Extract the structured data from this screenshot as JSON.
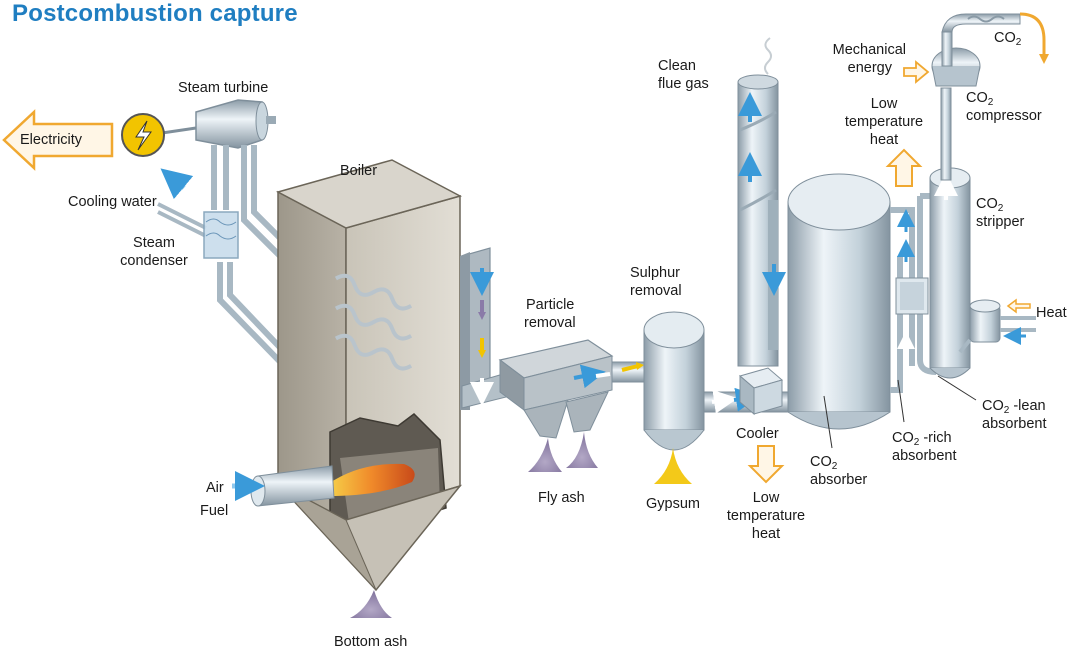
{
  "title": "Postcombustion capture",
  "labels": {
    "electricity": "Electricity",
    "steam_turbine": "Steam turbine",
    "cooling_water": "Cooling water",
    "steam_condenser_1": "Steam",
    "steam_condenser_2": "condenser",
    "boiler": "Boiler",
    "air": "Air",
    "fuel": "Fuel",
    "bottom_ash": "Bottom ash",
    "particle_removal_1": "Particle",
    "particle_removal_2": "removal",
    "fly_ash": "Fly ash",
    "sulphur_removal_1": "Sulphur",
    "sulphur_removal_2": "removal",
    "gypsum": "Gypsum",
    "cooler": "Cooler",
    "low_temp_heat_bottom_1": "Low",
    "low_temp_heat_bottom_2": "temperature",
    "low_temp_heat_bottom_3": "heat",
    "clean_flue_gas_1": "Clean",
    "clean_flue_gas_2": "flue gas",
    "co2_absorber_1": "CO",
    "co2_absorber_2": "absorber",
    "low_temp_heat_top_1": "Low",
    "low_temp_heat_top_2": "temperature",
    "low_temp_heat_top_3": "heat",
    "mechanical_energy_1": "Mechanical",
    "mechanical_energy_2": "energy",
    "co2_out": "CO",
    "co2_compressor_1": "CO",
    "co2_compressor_2": "compressor",
    "co2_stripper_1": "CO",
    "co2_stripper_2": "stripper",
    "heat": "Heat",
    "co2_rich_1": "CO",
    "co2_rich_1b": " -rich",
    "co2_rich_2": "absorbent",
    "co2_lean_1": "CO",
    "co2_lean_1b": " -lean",
    "co2_lean_2": "absorbent",
    "subscript_2": "2"
  },
  "colors": {
    "title": "#1f7ec1",
    "arrow_orange": "#f0a830",
    "arrow_blue": "#3a9ad9",
    "arrow_yellow": "#f2c400",
    "arrow_purple": "#8a7aa8",
    "metal_light": "#e6eef4",
    "metal_mid": "#b4c4cf",
    "metal_dark": "#7f8f9b",
    "boiler_light": "#d6d2c8",
    "boiler_dark": "#a49e92",
    "ash": "#9c8fb0",
    "gypsum": "#f3c919",
    "flame": "#f08a2a",
    "lightning": "#f2c400"
  },
  "icons": [
    "electricity-arrow-icon",
    "generator-lightning-icon",
    "steam-icon",
    "flame-icon",
    "heat-arrow-icon"
  ]
}
